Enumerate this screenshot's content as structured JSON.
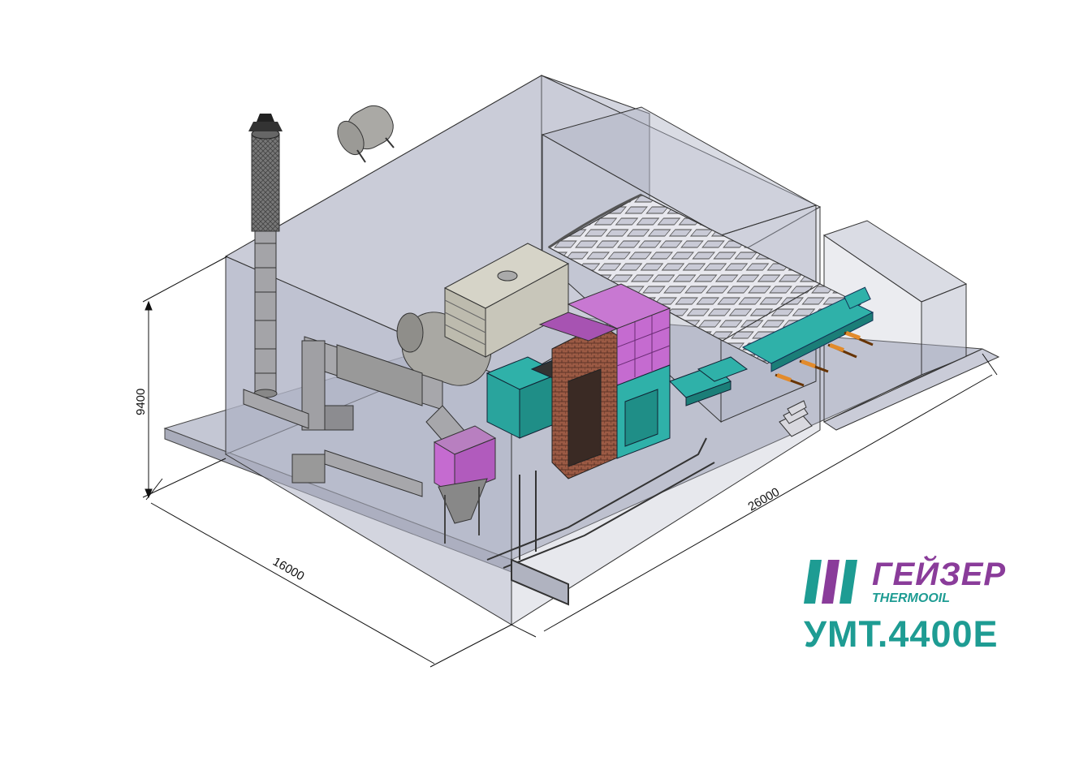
{
  "colors": {
    "teal": "#1e9c93",
    "purple": "#8a3c9a",
    "magenta_panel": "#c56bd0",
    "cyan_panel": "#2fb1a9",
    "building_fill": "#b9bdcc",
    "steel": "#9a9a9a",
    "brick": "#8a4b3a"
  },
  "dimensions": {
    "height": "9400",
    "width": "16000",
    "length": "26000"
  },
  "logo": {
    "name": "ГЕЙЗЕР",
    "sub": "THERMOOIL",
    "model": "УМТ.4400Е"
  }
}
